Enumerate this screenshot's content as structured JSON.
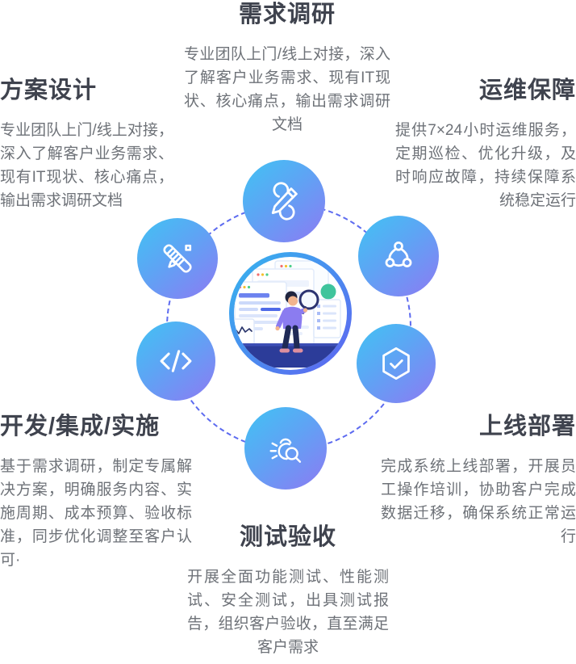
{
  "stages": [
    {
      "id": "requirements",
      "title": "需求调研",
      "description": "专业团队上门/线上对接，深入了解客户业务需求、现有IT现状、核心痛点，输出需求调研文档",
      "icon": "pencil-edit-icon"
    },
    {
      "id": "design",
      "title": "方案设计",
      "description": "专业团队上门/线上对接，深入了解客户业务需求、现有IT现状、核心痛点，输出需求调研文档",
      "icon": "ruler-pencil-icon"
    },
    {
      "id": "operations",
      "title": "运维保障",
      "description": "提供7×24小时运维服务，定期巡检、优化升级，及时响应故障，持续保障系统稳定运行",
      "icon": "network-nodes-icon"
    },
    {
      "id": "development",
      "title": "开发/集成/实施",
      "description": "基于需求调研，制定专属解决方案，明确服务内容、实施周期、成本预算、验收标准，同步优化调整至客户认可·",
      "icon": "code-icon"
    },
    {
      "id": "deployment",
      "title": "上线部署",
      "description": "完成系统上线部署，开展员工操作培训，协助客户完成数据迁移，确保系统正常运行",
      "icon": "hexagon-check-icon"
    },
    {
      "id": "testing",
      "title": "测试验收",
      "description": "开展全面功能测试、性能测试、安全测试，出具测试报告，组织客户验收，直至满足客户需求",
      "icon": "bug-search-icon"
    }
  ],
  "colors": {
    "title_text": "#3f434e",
    "body_text": "#6e7278",
    "bubble_gradient_start": "#41c3f3",
    "bubble_gradient_end": "#8d7af3",
    "bubble_shadow": "#7d72ef",
    "dashed_ring": "#5d6bf0",
    "center_ring_start": "#35b6ee",
    "center_ring_end": "#5f63f0",
    "ground_blue": "#2c3c99",
    "accent_green": "#3fc49c"
  }
}
